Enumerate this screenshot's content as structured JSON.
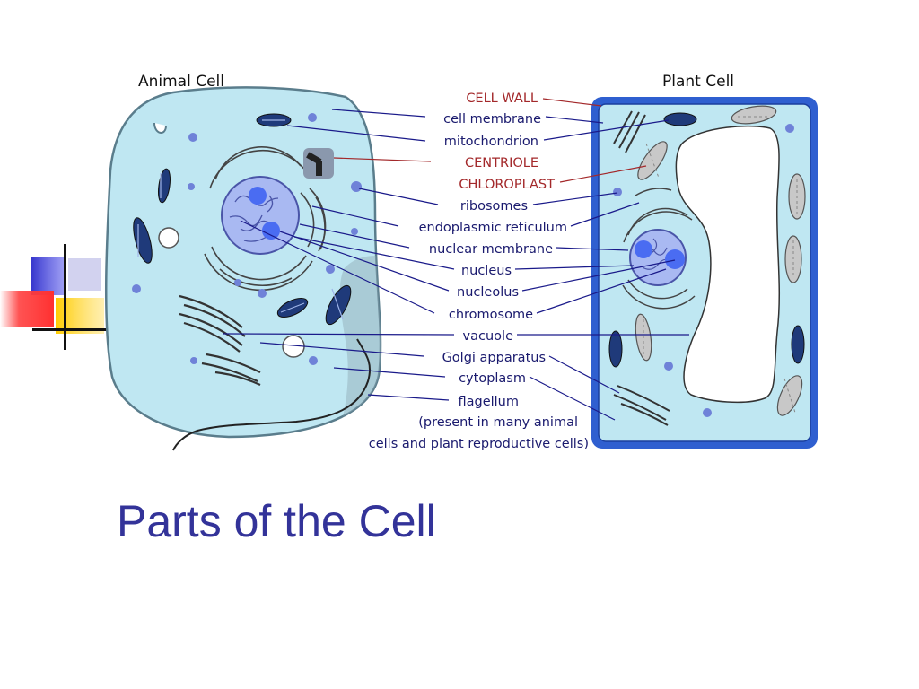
{
  "slide": {
    "title": "Parts of the Cell"
  },
  "diagram": {
    "animal_heading": "Animal Cell",
    "plant_heading": "Plant Cell",
    "labels": [
      {
        "id": "cell-wall",
        "text": "CELL WALL",
        "plant_only": true
      },
      {
        "id": "cell-membrane",
        "text": "cell membrane",
        "plant_only": false
      },
      {
        "id": "mitochondrion",
        "text": "mitochondrion",
        "plant_only": false
      },
      {
        "id": "centriole",
        "text": "CENTRIOLE",
        "plant_only": true
      },
      {
        "id": "chloroplast",
        "text": "CHLOROPLAST",
        "plant_only": true
      },
      {
        "id": "ribosomes",
        "text": "ribosomes",
        "plant_only": false
      },
      {
        "id": "endoplasmic-reticulum",
        "text": "endoplasmic reticulum",
        "plant_only": false
      },
      {
        "id": "nuclear-membrane",
        "text": "nuclear membrane",
        "plant_only": false
      },
      {
        "id": "nucleus",
        "text": "nucleus",
        "plant_only": false
      },
      {
        "id": "nucleolus",
        "text": "nucleolus",
        "plant_only": false
      },
      {
        "id": "chromosome",
        "text": "chromosome",
        "plant_only": false
      },
      {
        "id": "vacuole",
        "text": "vacuole",
        "plant_only": false
      },
      {
        "id": "golgi-apparatus",
        "text": "Golgi apparatus",
        "plant_only": false
      },
      {
        "id": "cytoplasm",
        "text": "cytoplasm",
        "plant_only": false
      },
      {
        "id": "flagellum",
        "text": "flagellum",
        "plant_only": false
      },
      {
        "id": "flagellum-note-1",
        "text": "(present in many animal",
        "plant_only": false
      },
      {
        "id": "flagellum-note-2",
        "text": "cells and plant reproductive cells)",
        "plant_only": false
      }
    ]
  },
  "colors": {
    "title": "#333399",
    "label": "#1a1a6e",
    "plant_only_label": "#a3282a",
    "cytoplasm": "#bfe7f2",
    "cell_wall": "#2f5fd0",
    "nucleus": "#a9b9f2",
    "deco_blue": "#3333cc",
    "deco_red": "#ff3333",
    "deco_yellow": "#ffcc00"
  }
}
